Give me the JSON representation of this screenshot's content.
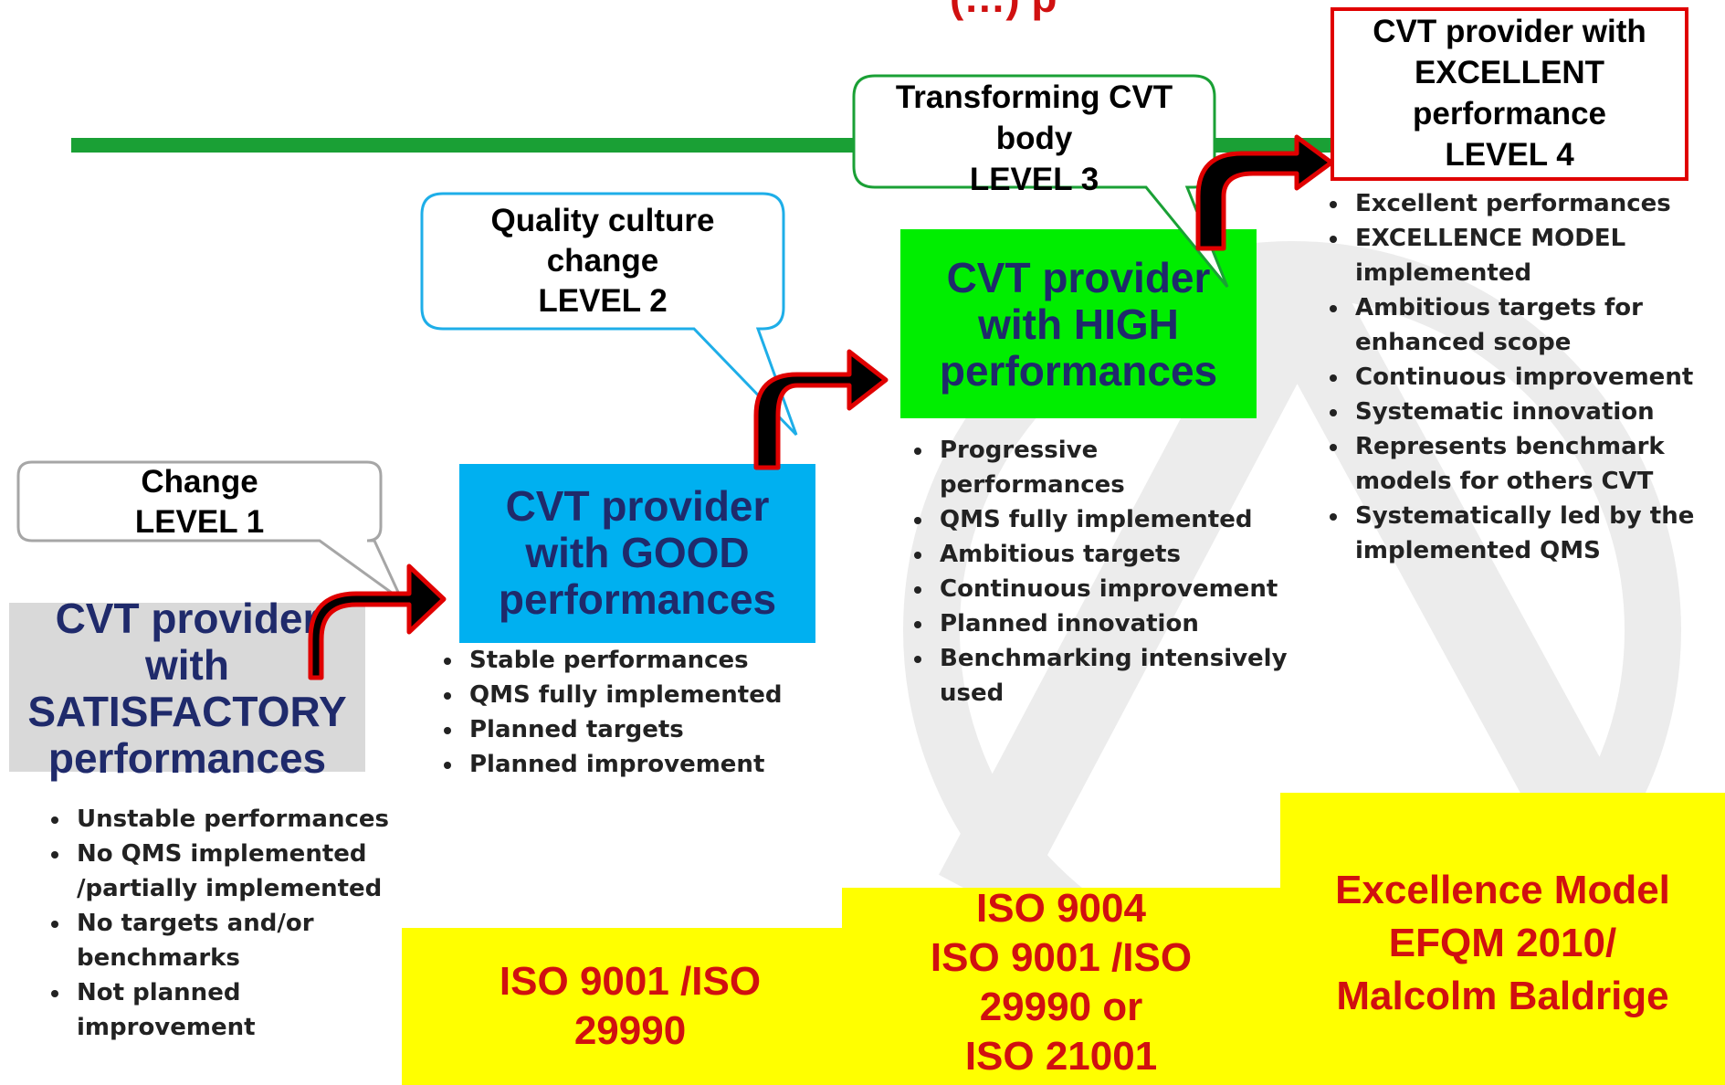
{
  "header_fragment": "(…) p",
  "level1": {
    "bubble": [
      "Change",
      "LEVEL 1"
    ],
    "title": [
      "CVT  provider",
      "with",
      "SATISFACTORY",
      "performances"
    ],
    "bullets": [
      "Unstable performances",
      "No QMS implemented /partially implemented",
      "No targets and/or benchmarks",
      "Not planned improvement"
    ]
  },
  "level2": {
    "bubble": [
      "Quality culture",
      "change",
      "LEVEL 2"
    ],
    "title": [
      "CVT provider",
      "with GOOD",
      "performances"
    ],
    "bullets": [
      "Stable performances",
      "QMS fully implemented",
      "Planned targets",
      "Planned improvement"
    ],
    "standard": [
      "ISO 9001 /ISO",
      "29990"
    ]
  },
  "level3": {
    "bubble": [
      "Transforming CVT",
      "body",
      "LEVEL 3"
    ],
    "title": [
      "CVT provider",
      "with HIGH",
      "performances"
    ],
    "bullets": [
      "Progressive performances",
      "QMS fully implemented",
      "Ambitious targets",
      "Continuous improvement",
      "Planned innovation",
      "Benchmarking intensively used"
    ],
    "standard": [
      "ISO 9004",
      "ISO 9001 /ISO",
      "29990 or",
      "ISO 21001"
    ]
  },
  "level4": {
    "box": [
      "CVT provider with",
      "EXCELLENT",
      "performance",
      "LEVEL 4"
    ],
    "bullets": [
      "Excellent performances",
      "EXCELLENCE MODEL implemented",
      "Ambitious targets for enhanced  scope",
      "Continuous improvement",
      "Systematic innovation",
      "Represents benchmark models for others CVT",
      "Systematically led by the implemented QMS"
    ],
    "standard": [
      "Excellence Model",
      "EFQM 2010/",
      "Malcolm Baldrige"
    ]
  },
  "colors": {
    "green_line": "#1aa035",
    "level1_box": "#d9d9d9",
    "level2_box": "#00b0f0",
    "level3_box": "#00ee00",
    "standard_box": "#ffff00",
    "standard_text": "#d01010",
    "arrow_fill": "#000000",
    "arrow_outline": "#e00000"
  }
}
